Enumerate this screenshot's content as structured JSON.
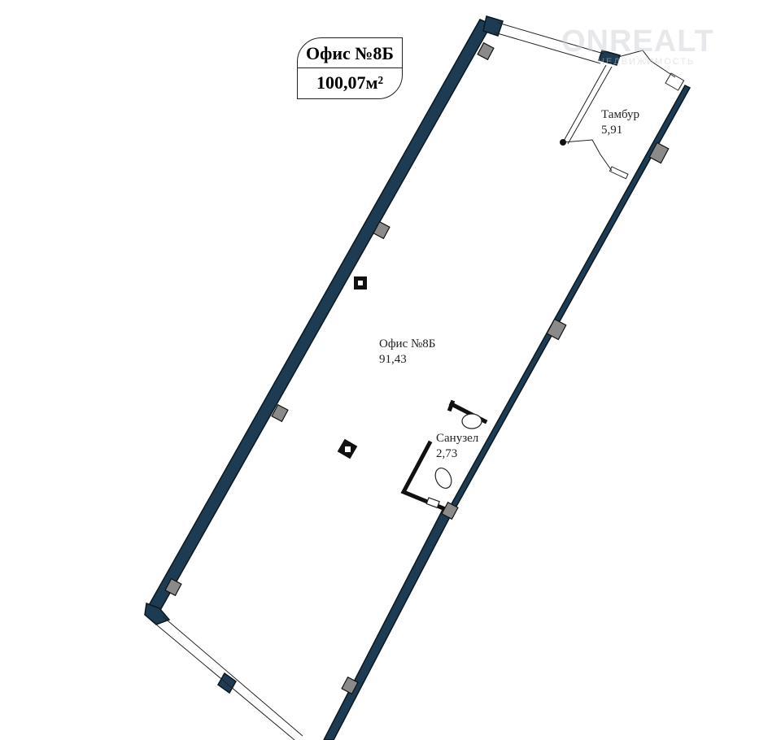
{
  "plan": {
    "title": "Офис №8Б",
    "total_area": "100,07м²",
    "rooms": [
      {
        "name": "Офис №8Б",
        "area": "91,43"
      },
      {
        "name": "Тамбур",
        "area": "5,91"
      },
      {
        "name": "Санузел",
        "area": "2,73"
      }
    ]
  },
  "watermark": {
    "brand": "ONREALT",
    "subtitle": "НЕДВИЖИМОСТЬ"
  },
  "colors": {
    "wall": "#1d3b52",
    "outline": "#0b1820",
    "column": "#8a8a8a"
  }
}
